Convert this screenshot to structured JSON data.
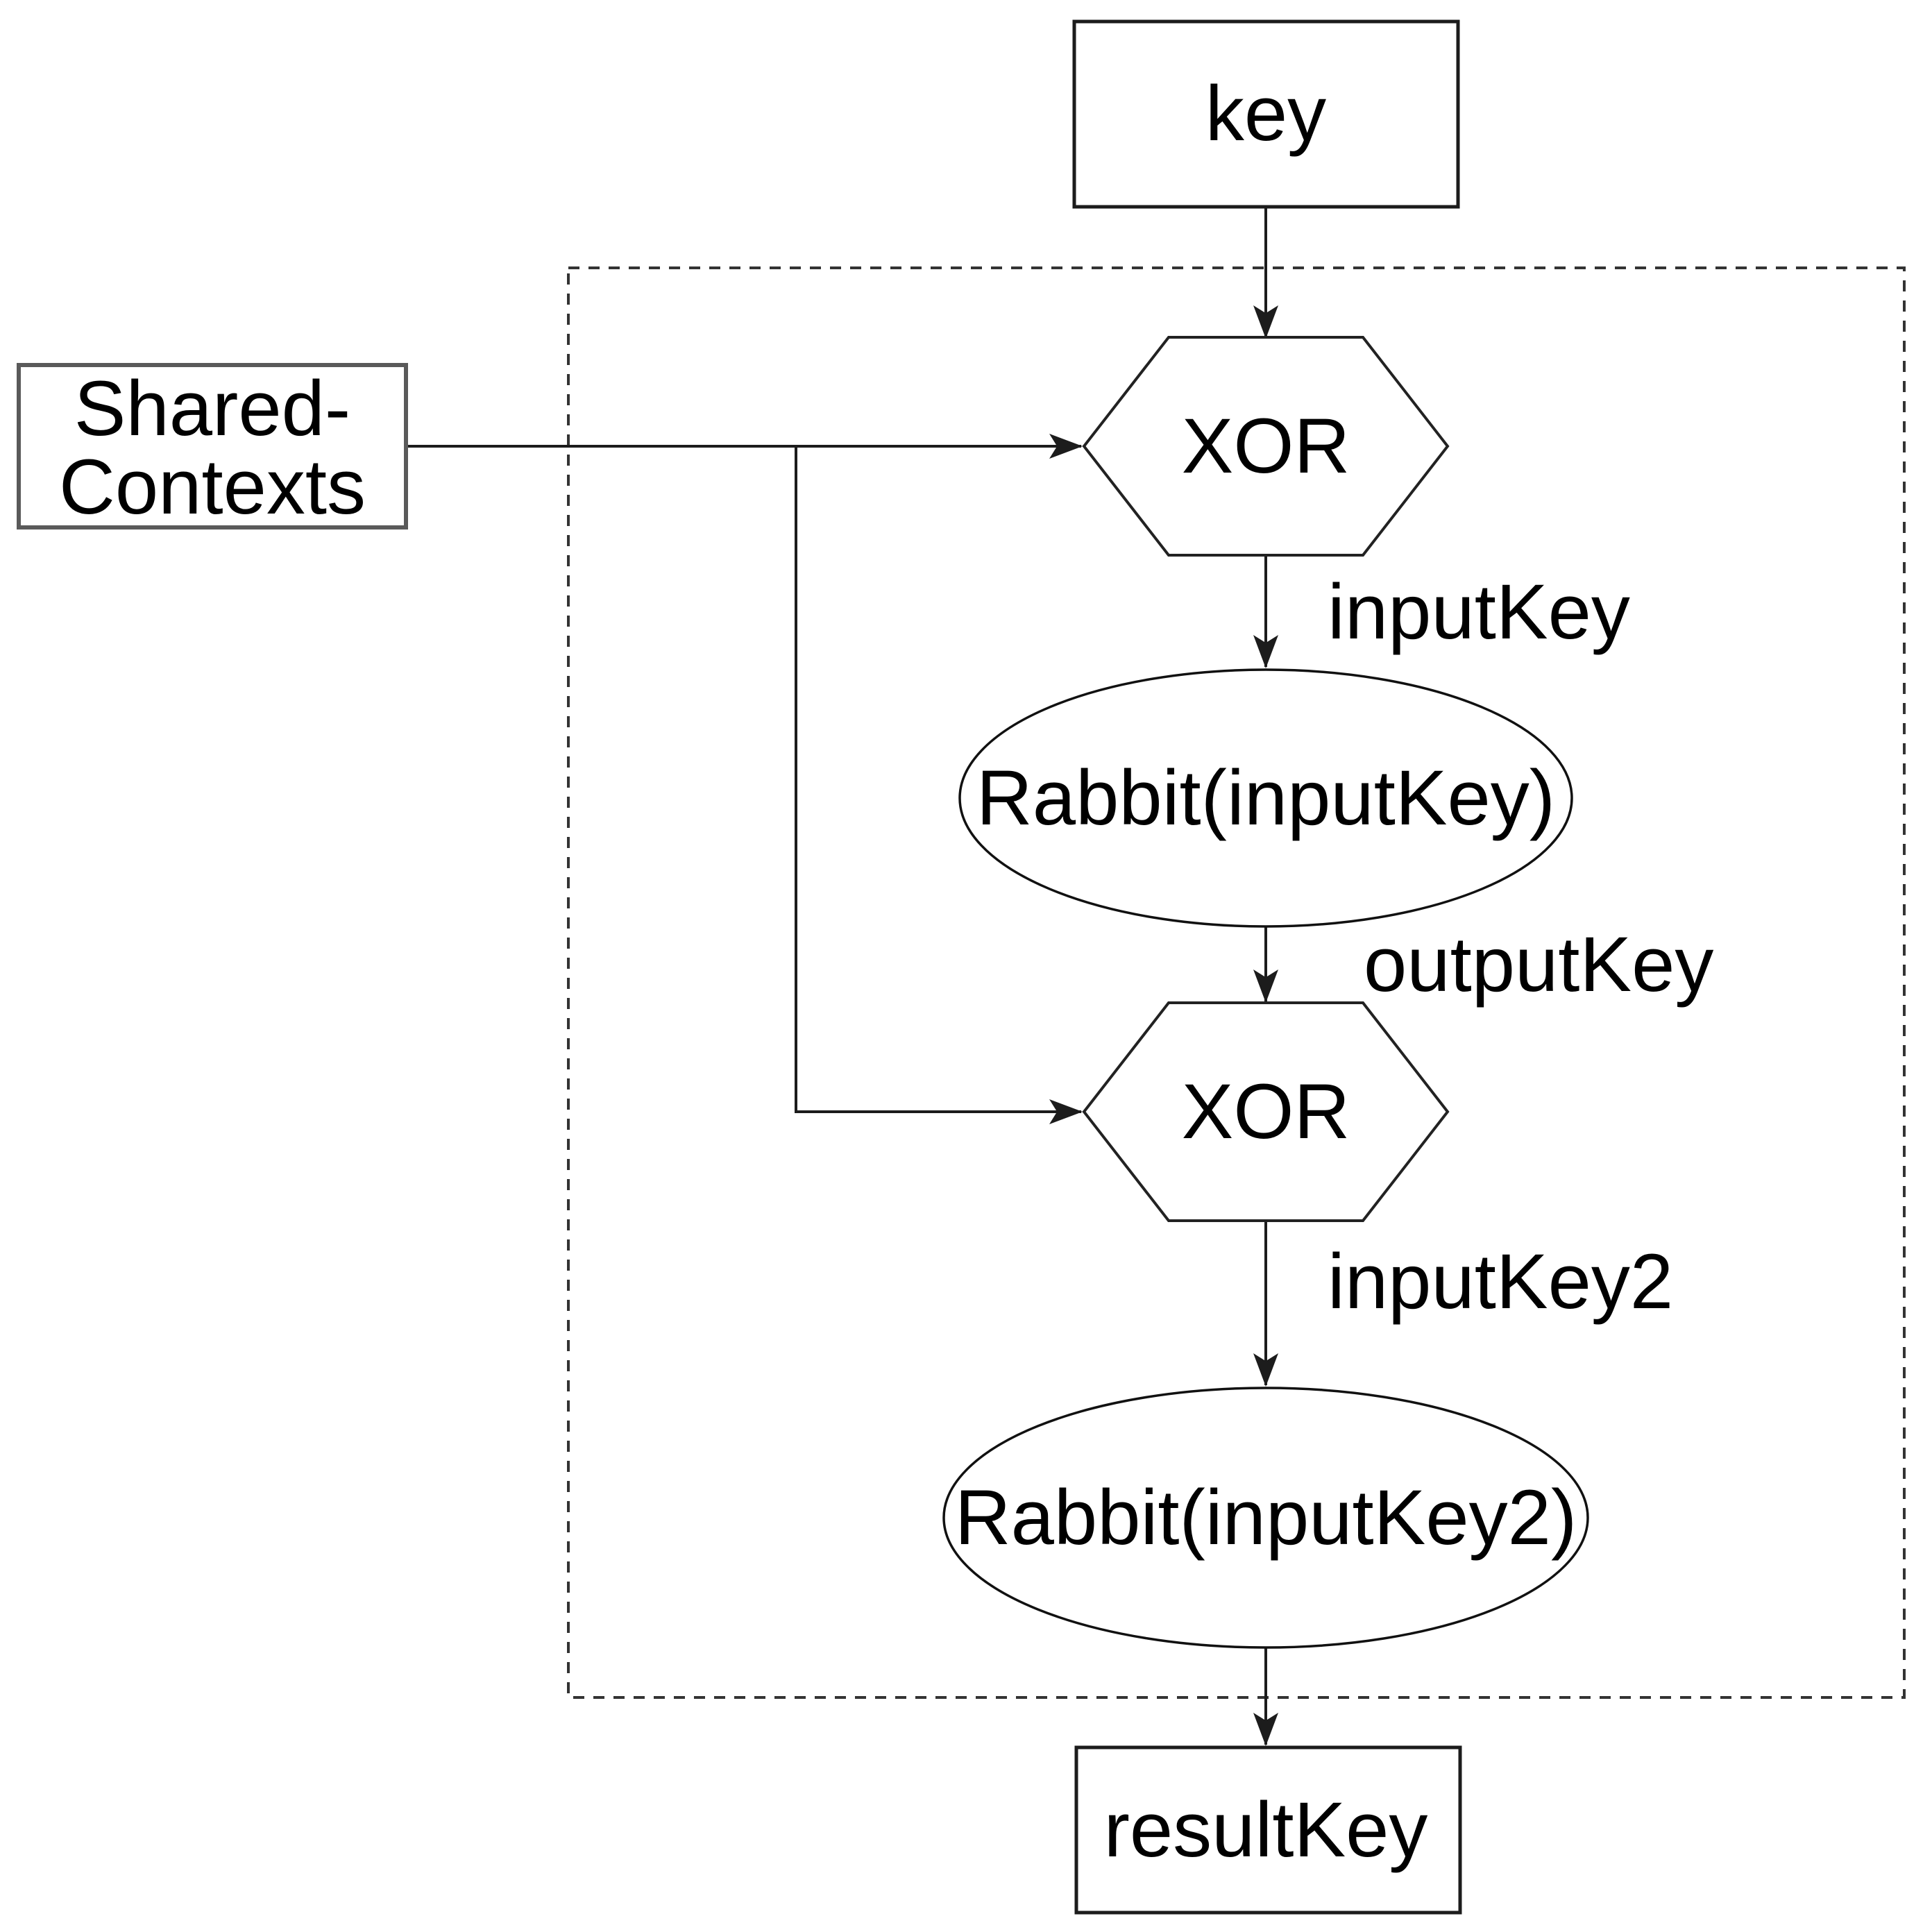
{
  "diagram": {
    "description": "Key derivation flowchart",
    "nodes": {
      "key": {
        "label": "key",
        "shape": "rectangle"
      },
      "shared_contexts": {
        "label": "Shared-Contexts",
        "line1": "Shared-",
        "line2": "Contexts",
        "shape": "rectangle"
      },
      "xor1": {
        "label": "XOR",
        "shape": "hexagon"
      },
      "rabbit1": {
        "label": "Rabbit(inputKey)",
        "shape": "ellipse"
      },
      "xor2": {
        "label": "XOR",
        "shape": "hexagon"
      },
      "rabbit2": {
        "label": "Rabbit(inputKey2)",
        "shape": "ellipse"
      },
      "result_key": {
        "label": "resultKey",
        "shape": "rectangle"
      }
    },
    "edge_labels": {
      "xor1_to_rabbit1": "inputKey",
      "rabbit1_to_xor2": "outputKey",
      "xor2_to_rabbit2": "inputKey2"
    },
    "colors": {
      "background": "#ffffff",
      "node_fill": "#ffffff",
      "node_border": "#1c1c1c",
      "shared_contexts_border": "#5a5a5a",
      "dashed_boundary": "#333333",
      "edge_line": "#1c1c1c",
      "text": "#000000"
    }
  }
}
